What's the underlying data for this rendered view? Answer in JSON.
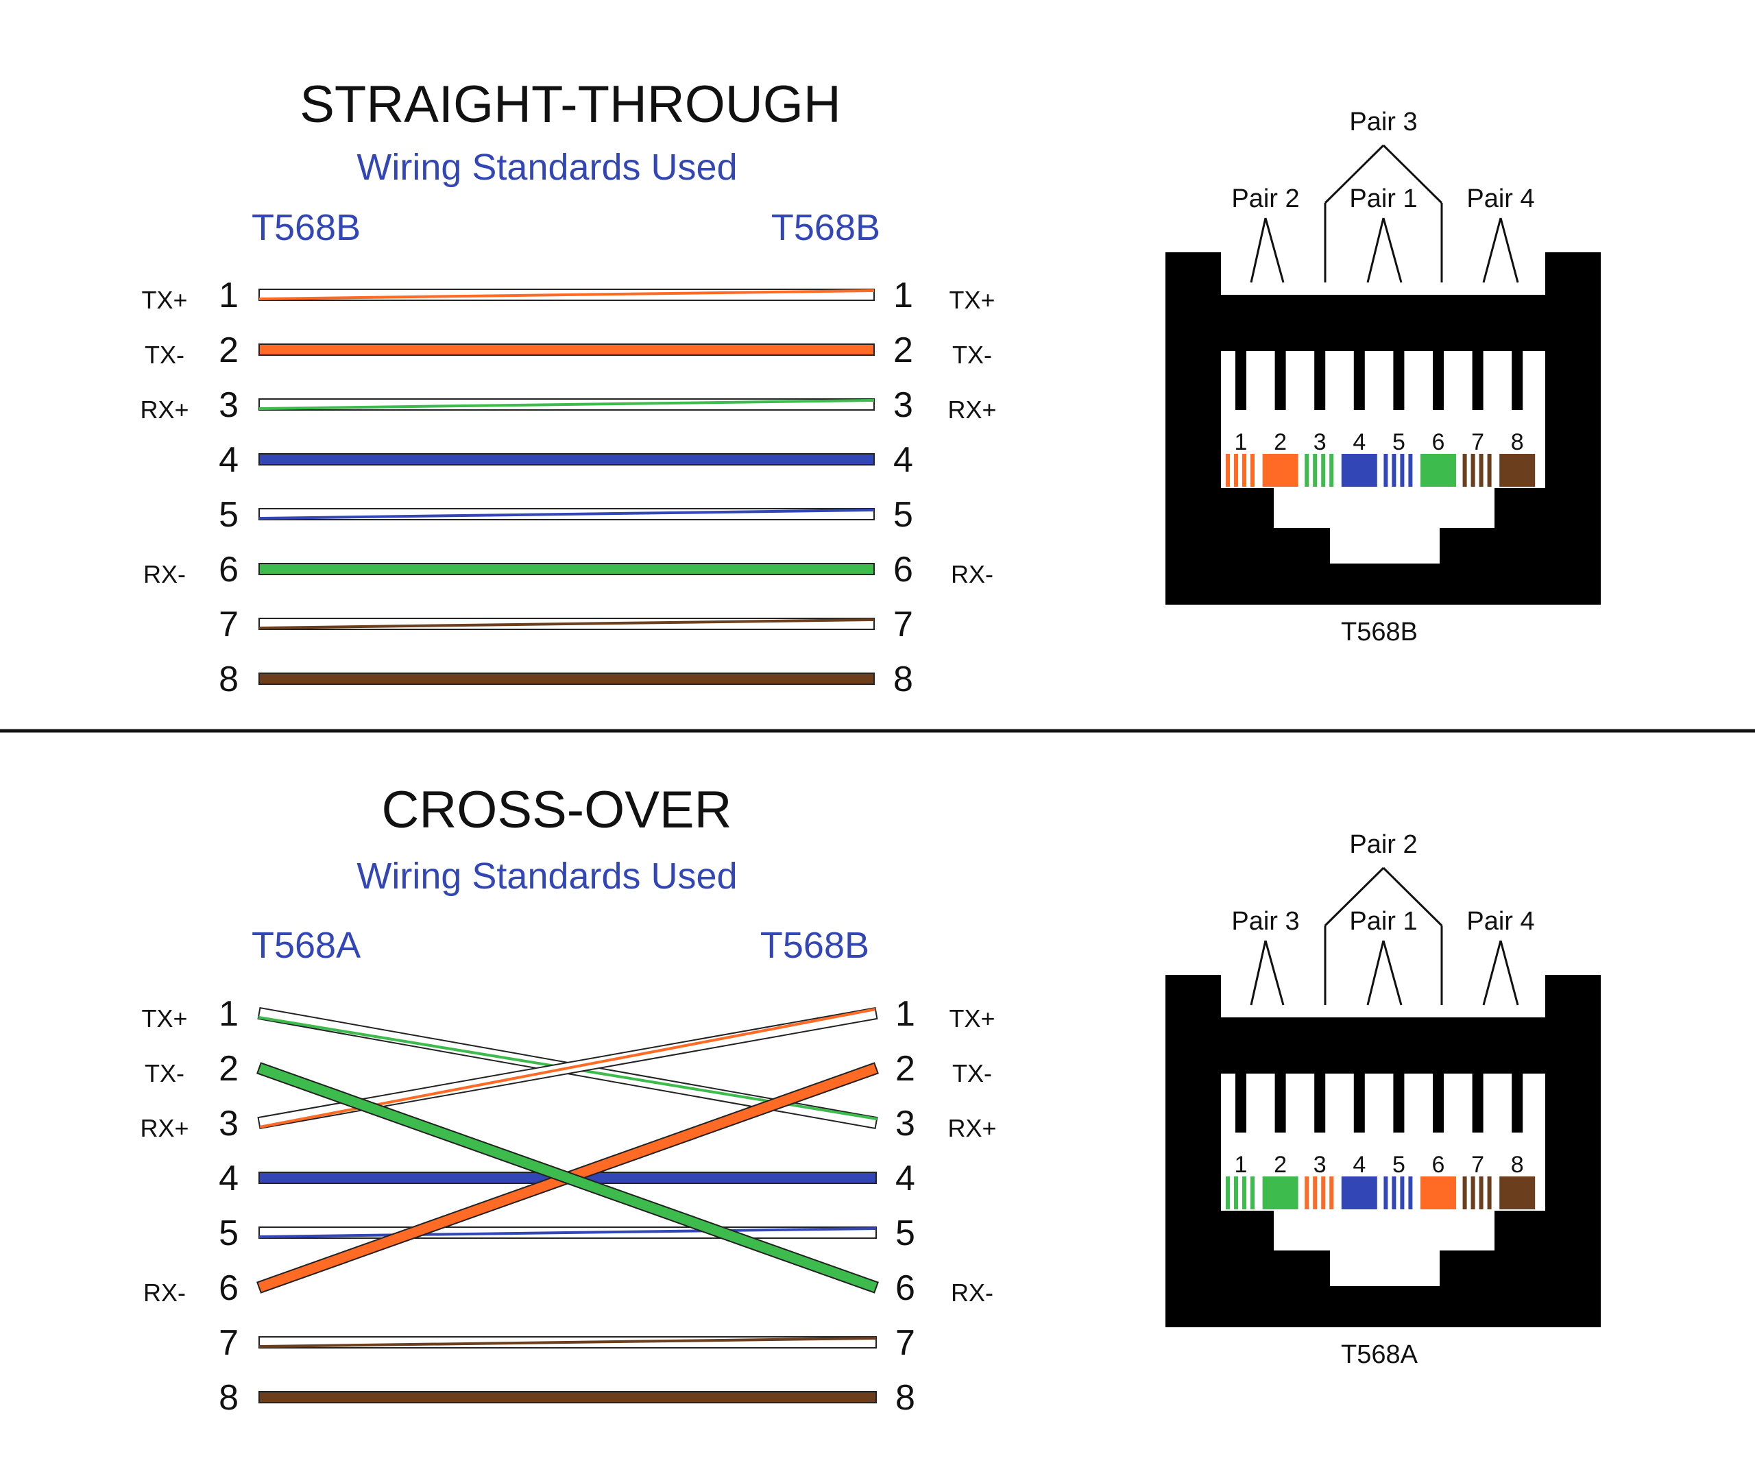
{
  "colors": {
    "orange": "#ff6a24",
    "green": "#3dbb4d",
    "blue": "#3346b5",
    "brown": "#6b3e1e",
    "white": "#ffffff",
    "label_blue": "#3346b5",
    "outline": "#222222",
    "jack": "#000000"
  },
  "panels": [
    {
      "id": "straight",
      "title": "STRAIGHT-THROUGH",
      "subtitle": "Wiring Standards Used",
      "left_standard": "T568B",
      "right_standard": "T568B",
      "left_pins": [
        {
          "pin": "1",
          "signal": "TX+"
        },
        {
          "pin": "2",
          "signal": "TX-"
        },
        {
          "pin": "3",
          "signal": "RX+"
        },
        {
          "pin": "4",
          "signal": ""
        },
        {
          "pin": "5",
          "signal": ""
        },
        {
          "pin": "6",
          "signal": "RX-"
        },
        {
          "pin": "7",
          "signal": ""
        },
        {
          "pin": "8",
          "signal": ""
        }
      ],
      "right_pins": [
        {
          "pin": "1",
          "signal": "TX+"
        },
        {
          "pin": "2",
          "signal": "TX-"
        },
        {
          "pin": "3",
          "signal": "RX+"
        },
        {
          "pin": "4",
          "signal": ""
        },
        {
          "pin": "5",
          "signal": ""
        },
        {
          "pin": "6",
          "signal": "RX-"
        },
        {
          "pin": "7",
          "signal": ""
        },
        {
          "pin": "8",
          "signal": ""
        }
      ],
      "wires": [
        {
          "from": 1,
          "to": 1,
          "color": "orange",
          "striped": true
        },
        {
          "from": 2,
          "to": 2,
          "color": "orange",
          "striped": false
        },
        {
          "from": 3,
          "to": 3,
          "color": "green",
          "striped": true
        },
        {
          "from": 4,
          "to": 4,
          "color": "blue",
          "striped": false
        },
        {
          "from": 5,
          "to": 5,
          "color": "blue",
          "striped": true
        },
        {
          "from": 6,
          "to": 6,
          "color": "green",
          "striped": false
        },
        {
          "from": 7,
          "to": 7,
          "color": "brown",
          "striped": true
        },
        {
          "from": 8,
          "to": 8,
          "color": "brown",
          "striped": false
        }
      ],
      "jack": {
        "name": "T568B",
        "pair_labels": [
          "Pair 2",
          "Pair 3",
          "Pair 1",
          "Pair 4"
        ],
        "pin_numbers": [
          "1",
          "2",
          "3",
          "4",
          "5",
          "6",
          "7",
          "8"
        ],
        "pin_colors": [
          {
            "color": "orange",
            "striped": true
          },
          {
            "color": "orange",
            "striped": false
          },
          {
            "color": "green",
            "striped": true
          },
          {
            "color": "blue",
            "striped": false
          },
          {
            "color": "blue",
            "striped": true
          },
          {
            "color": "green",
            "striped": false
          },
          {
            "color": "brown",
            "striped": true
          },
          {
            "color": "brown",
            "striped": false
          }
        ]
      }
    },
    {
      "id": "cross",
      "title": "CROSS-OVER",
      "subtitle": "Wiring Standards Used",
      "left_standard": "T568A",
      "right_standard": "T568B",
      "left_pins": [
        {
          "pin": "1",
          "signal": "TX+"
        },
        {
          "pin": "2",
          "signal": "TX-"
        },
        {
          "pin": "3",
          "signal": "RX+"
        },
        {
          "pin": "4",
          "signal": ""
        },
        {
          "pin": "5",
          "signal": ""
        },
        {
          "pin": "6",
          "signal": "RX-"
        },
        {
          "pin": "7",
          "signal": ""
        },
        {
          "pin": "8",
          "signal": ""
        }
      ],
      "right_pins": [
        {
          "pin": "1",
          "signal": "TX+"
        },
        {
          "pin": "2",
          "signal": "TX-"
        },
        {
          "pin": "3",
          "signal": "RX+"
        },
        {
          "pin": "4",
          "signal": ""
        },
        {
          "pin": "5",
          "signal": ""
        },
        {
          "pin": "6",
          "signal": "RX-"
        },
        {
          "pin": "7",
          "signal": ""
        },
        {
          "pin": "8",
          "signal": ""
        }
      ],
      "wires": [
        {
          "from": 4,
          "to": 4,
          "color": "blue",
          "striped": false
        },
        {
          "from": 5,
          "to": 5,
          "color": "blue",
          "striped": true
        },
        {
          "from": 7,
          "to": 7,
          "color": "brown",
          "striped": true
        },
        {
          "from": 8,
          "to": 8,
          "color": "brown",
          "striped": false
        },
        {
          "from": 1,
          "to": 3,
          "color": "green",
          "striped": true
        },
        {
          "from": 3,
          "to": 1,
          "color": "orange",
          "striped": true
        },
        {
          "from": 6,
          "to": 2,
          "color": "orange",
          "striped": false
        },
        {
          "from": 2,
          "to": 6,
          "color": "green",
          "striped": false
        }
      ],
      "jack": {
        "name": "T568A",
        "pair_labels": [
          "Pair 3",
          "Pair 2",
          "Pair 1",
          "Pair 4"
        ],
        "pin_numbers": [
          "1",
          "2",
          "3",
          "4",
          "5",
          "6",
          "7",
          "8"
        ],
        "pin_colors": [
          {
            "color": "green",
            "striped": true
          },
          {
            "color": "green",
            "striped": false
          },
          {
            "color": "orange",
            "striped": true
          },
          {
            "color": "blue",
            "striped": false
          },
          {
            "color": "blue",
            "striped": true
          },
          {
            "color": "orange",
            "striped": false
          },
          {
            "color": "brown",
            "striped": true
          },
          {
            "color": "brown",
            "striped": false
          }
        ]
      }
    }
  ]
}
